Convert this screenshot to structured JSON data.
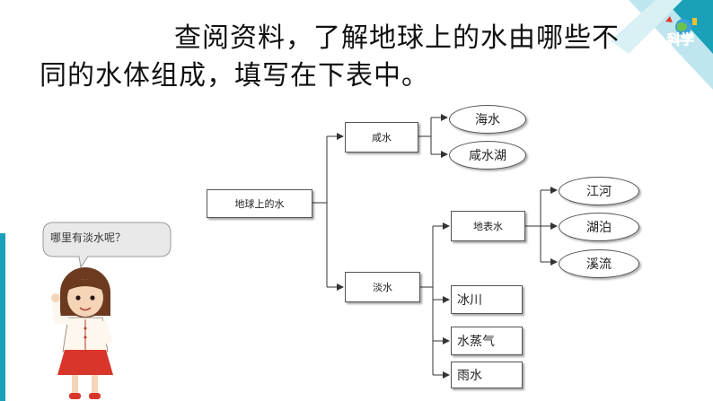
{
  "slide": {
    "title_line1": "查阅资料，了解地球上的水由哪些不",
    "title_line2": "同的水体组成，填写在下表中。"
  },
  "speech_bubble": {
    "text": "哪里有淡水呢？"
  },
  "logo": {
    "text": "科学"
  },
  "diagram": {
    "root": "地球上的水",
    "salt_water": "咸水",
    "sea_water": "海水",
    "salt_lake": "咸水湖",
    "fresh_water": "淡水",
    "surface_water": "地表水",
    "river": "江河",
    "lake": "湖泊",
    "stream": "溪流",
    "glacier": "冰川",
    "water_vapor": "水蒸气",
    "rain": "雨水"
  },
  "colors": {
    "accent_teal": "#1aa0b8",
    "accent_light": "#9fd9e3",
    "line": "#333333"
  }
}
